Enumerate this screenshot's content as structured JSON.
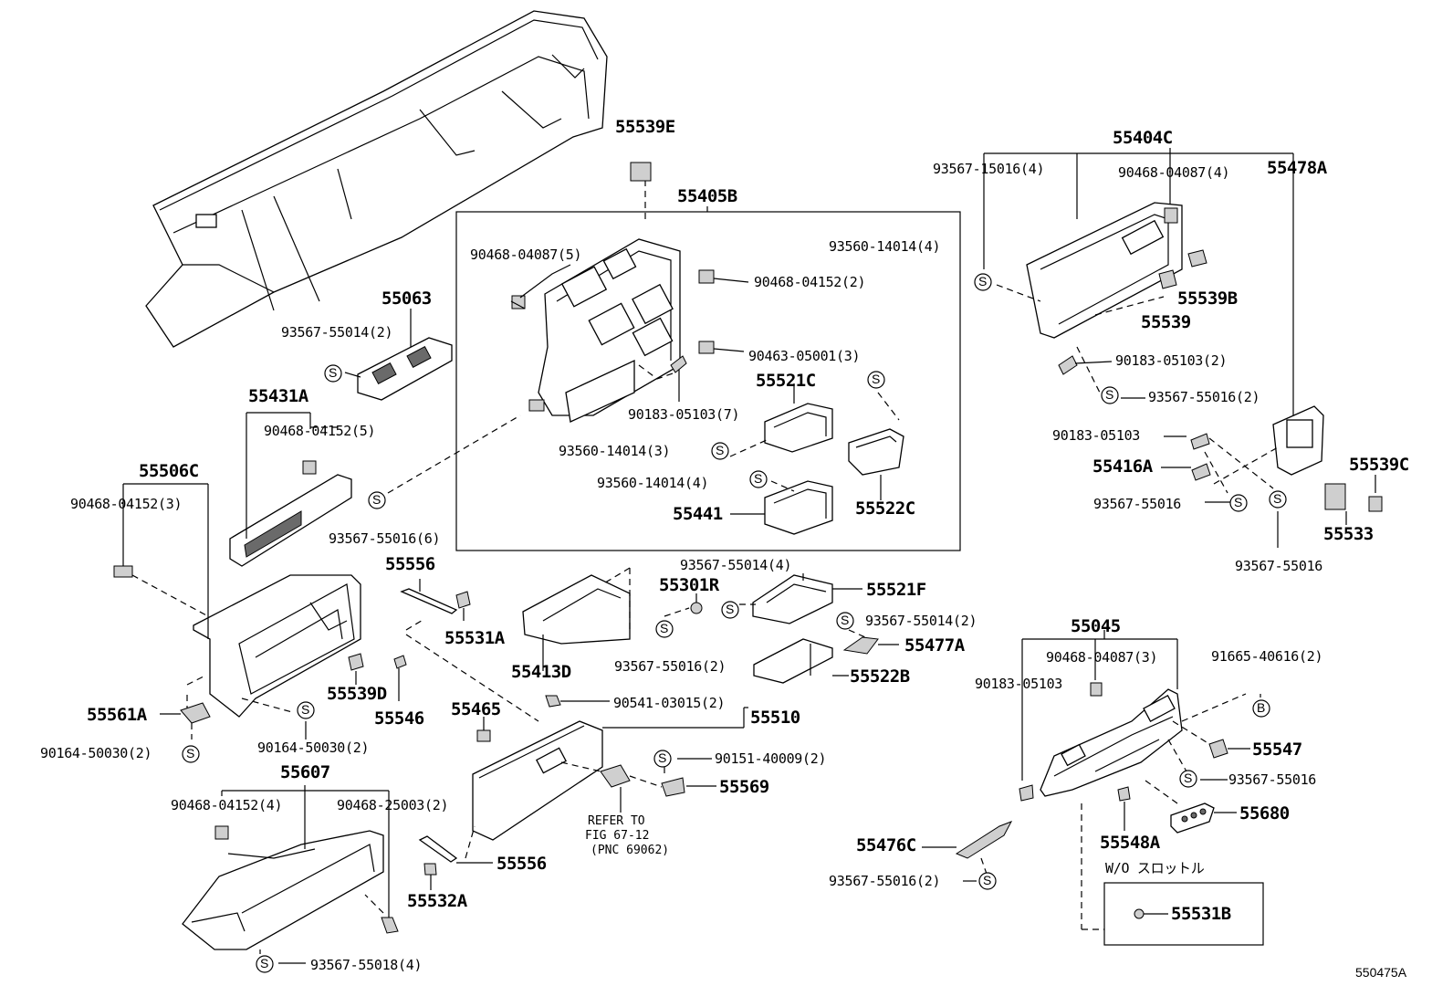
{
  "diagram_code": "550475A",
  "symbols": {
    "s": "S",
    "b": "B"
  },
  "parts": {
    "p55539E": "55539E",
    "p55405B": "55405B",
    "p55404C": "55404C",
    "p55478A": "55478A",
    "p55063": "55063",
    "p55431A": "55431A",
    "p55506C": "55506C",
    "p55521C": "55521C",
    "p55522C": "55522C",
    "p55441": "55441",
    "p55539B": "55539B",
    "p55539": "55539",
    "p55416A": "55416A",
    "p55539C": "55539C",
    "p55533": "55533",
    "p55556a": "55556",
    "p55531A": "55531A",
    "p55301R": "55301R",
    "p55521F": "55521F",
    "p55477A": "55477A",
    "p55413D": "55413D",
    "p55522B": "55522B",
    "p55561A": "55561A",
    "p55539D": "55539D",
    "p55546": "55546",
    "p55465": "55465",
    "p55510": "55510",
    "p55045": "55045",
    "p55547": "55547",
    "p55680": "55680",
    "p55548A": "55548A",
    "p55569": "55569",
    "p55607": "55607",
    "p55556b": "55556",
    "p55532A": "55532A",
    "p55476C": "55476C",
    "p55531B": "55531B"
  },
  "bolts": {
    "b1": "90468-04087(5)",
    "b2": "90468-04152(2)",
    "b3": "93560-14014(4)",
    "b4": "90463-05001(3)",
    "b5": "90183-05103(7)",
    "b6": "93560-14014(3)",
    "b7": "93560-14014(4)",
    "b8": "93567-15016(4)",
    "b9": "90468-04087(4)",
    "b10": "90183-05103(2)",
    "b11": "93567-55016(2)",
    "b12": "90183-05103",
    "b13": "93567-55016",
    "b14": "93567-55016",
    "b15": "93567-55014(2)",
    "b16": "90468-04152(5)",
    "b17": "90468-04152(3)",
    "b18": "93567-55016(6)",
    "b19": "93567-55014(4)",
    "b20": "93567-55014(2)",
    "b21": "93567-55016(2)",
    "b22": "90541-03015(2)",
    "b23": "90164-50030(2)",
    "b24": "90164-50030(2)",
    "b25": "90151-40009(2)",
    "b26": "90468-04087(3)",
    "b27": "91665-40616(2)",
    "b28": "90183-05103",
    "b29": "93567-55016",
    "b30": "90468-04152(4)",
    "b31": "90468-25003(2)",
    "b32": "93567-55016(2)",
    "b33": "93567-55018(4)"
  },
  "notes": {
    "refer_line1": "REFER TO",
    "refer_line2": "FIG 67-12",
    "refer_line3": "(PNC 69062)",
    "wo_slot": "W/O スロットル"
  }
}
